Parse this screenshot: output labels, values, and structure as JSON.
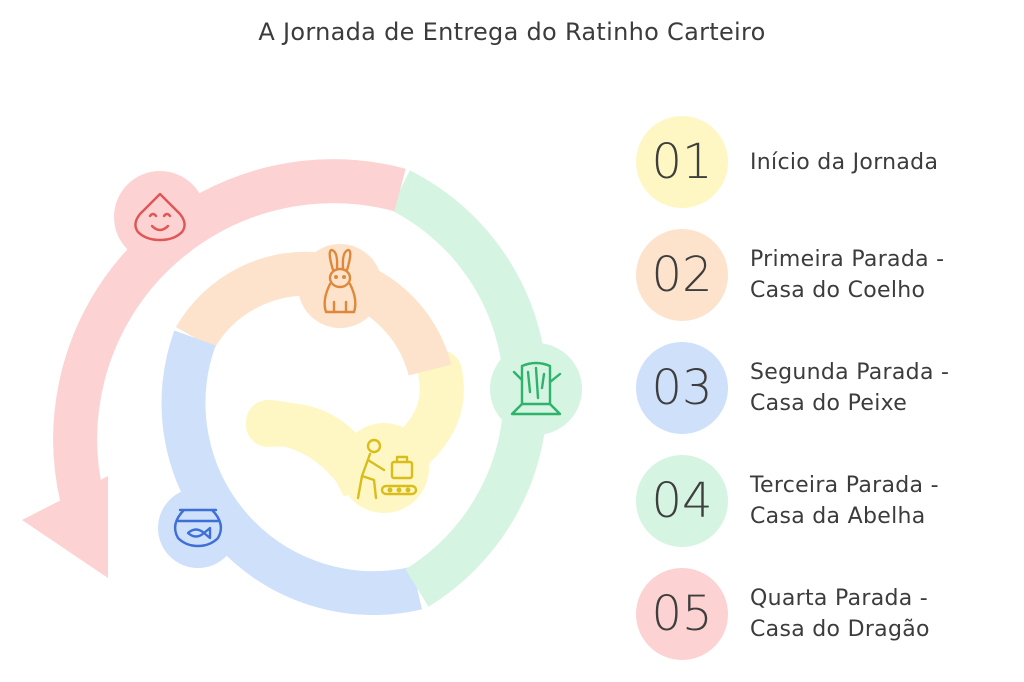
{
  "title": "A Jornada de Entrega do Ratinho Carteiro",
  "colors": {
    "yellow": "#FEF7C3",
    "orange": "#FDE3CC",
    "blue": "#CFE0FB",
    "green": "#D5F4E2",
    "red": "#FCD2D2",
    "yellow_icon": "#D9BD1B",
    "orange_icon": "#E0883A",
    "blue_icon": "#3E6FD6",
    "green_icon": "#2DB36A",
    "red_icon": "#E05555"
  },
  "steps": [
    {
      "number": "01",
      "label_line1": "Início da Jornada",
      "label_line2": "",
      "color": "#FEF7C3",
      "icon": "porter-luggage-icon"
    },
    {
      "number": "02",
      "label_line1": "Primeira Parada -",
      "label_line2": "Casa do Coelho",
      "color": "#FDE3CC",
      "icon": "rabbit-icon"
    },
    {
      "number": "03",
      "label_line1": "Segunda Parada -",
      "label_line2": "Casa do Peixe",
      "color": "#CFE0FB",
      "icon": "fishbowl-icon"
    },
    {
      "number": "04",
      "label_line1": "Terceira Parada -",
      "label_line2": "Casa da Abelha",
      "color": "#D5F4E2",
      "icon": "tree-stump-icon"
    },
    {
      "number": "05",
      "label_line1": "Quarta Parada -",
      "label_line2": "Casa do Dragão",
      "color": "#FCD2D2",
      "icon": "smiling-blob-icon"
    }
  ]
}
